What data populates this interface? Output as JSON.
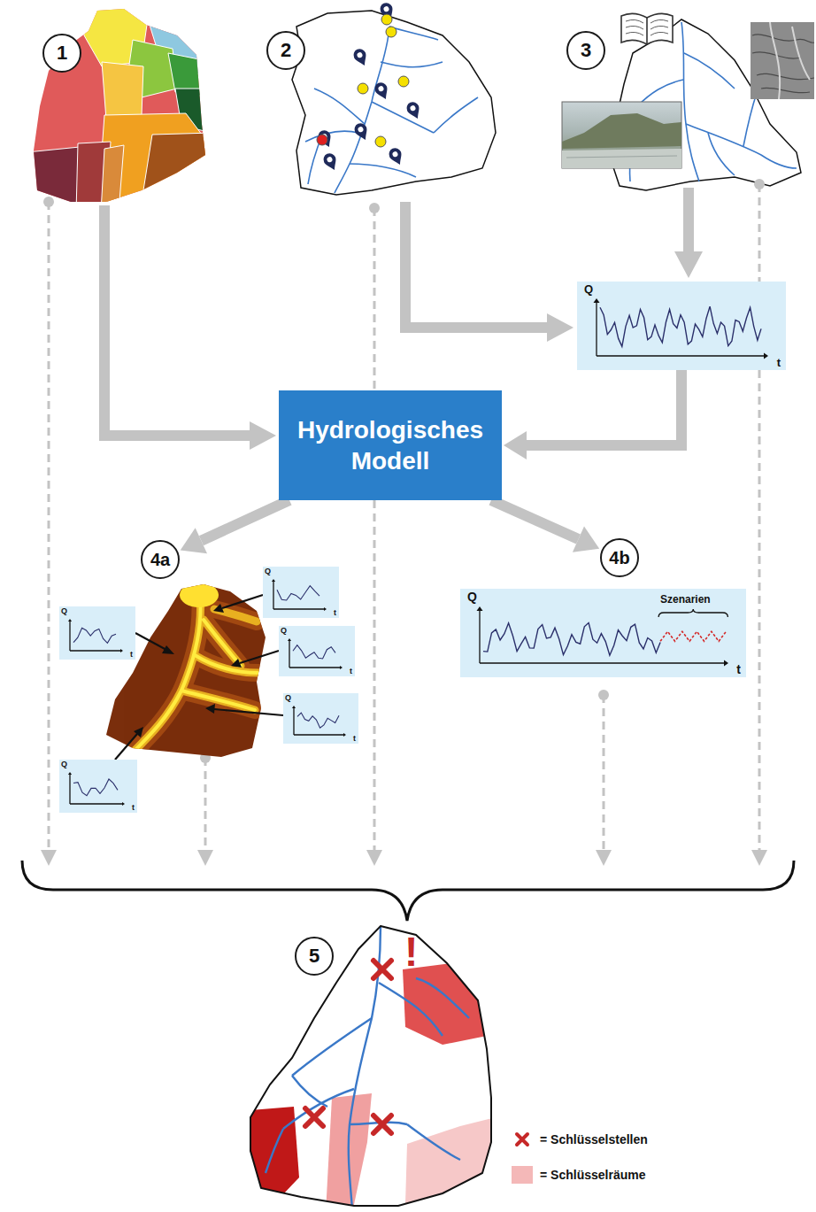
{
  "diagram": {
    "nodes": [
      {
        "text": [
          "1"
        ]
      },
      {
        "text": [
          "2"
        ]
      },
      {
        "text": [
          "3"
        ]
      },
      {
        "text": [
          "Q",
          "t"
        ]
      },
      {
        "text": [
          "Hydrologisches Modell"
        ]
      },
      {
        "text": [
          "4a"
        ]
      },
      {
        "text": [
          "4b"
        ]
      },
      {
        "text": [
          "Q",
          "t"
        ]
      },
      {
        "text": [
          "Q",
          "Szenarien",
          "t"
        ]
      },
      {
        "text": [
          "Q",
          "t"
        ]
      },
      {
        "text": [
          "Q",
          "t"
        ]
      },
      {
        "text": [
          "Q",
          "t"
        ]
      },
      {
        "text": [
          "Q",
          "t"
        ]
      },
      {
        "text": [
          "5"
        ]
      }
    ],
    "edges": [
      {
        "from": 3,
        "to": 4,
        "arrow": "to"
      },
      {
        "from": 4,
        "to": 5,
        "arrow": "to"
      },
      {
        "from": 4,
        "to": 6,
        "arrow": "to"
      }
    ],
    "labels": [
      "!"
    ],
    "legend": [
      {
        "text": "= Schlüsselstellen"
      },
      {
        "text": "= Schlüsselräume",
        "color": "#f4b8b8"
      }
    ]
  }
}
